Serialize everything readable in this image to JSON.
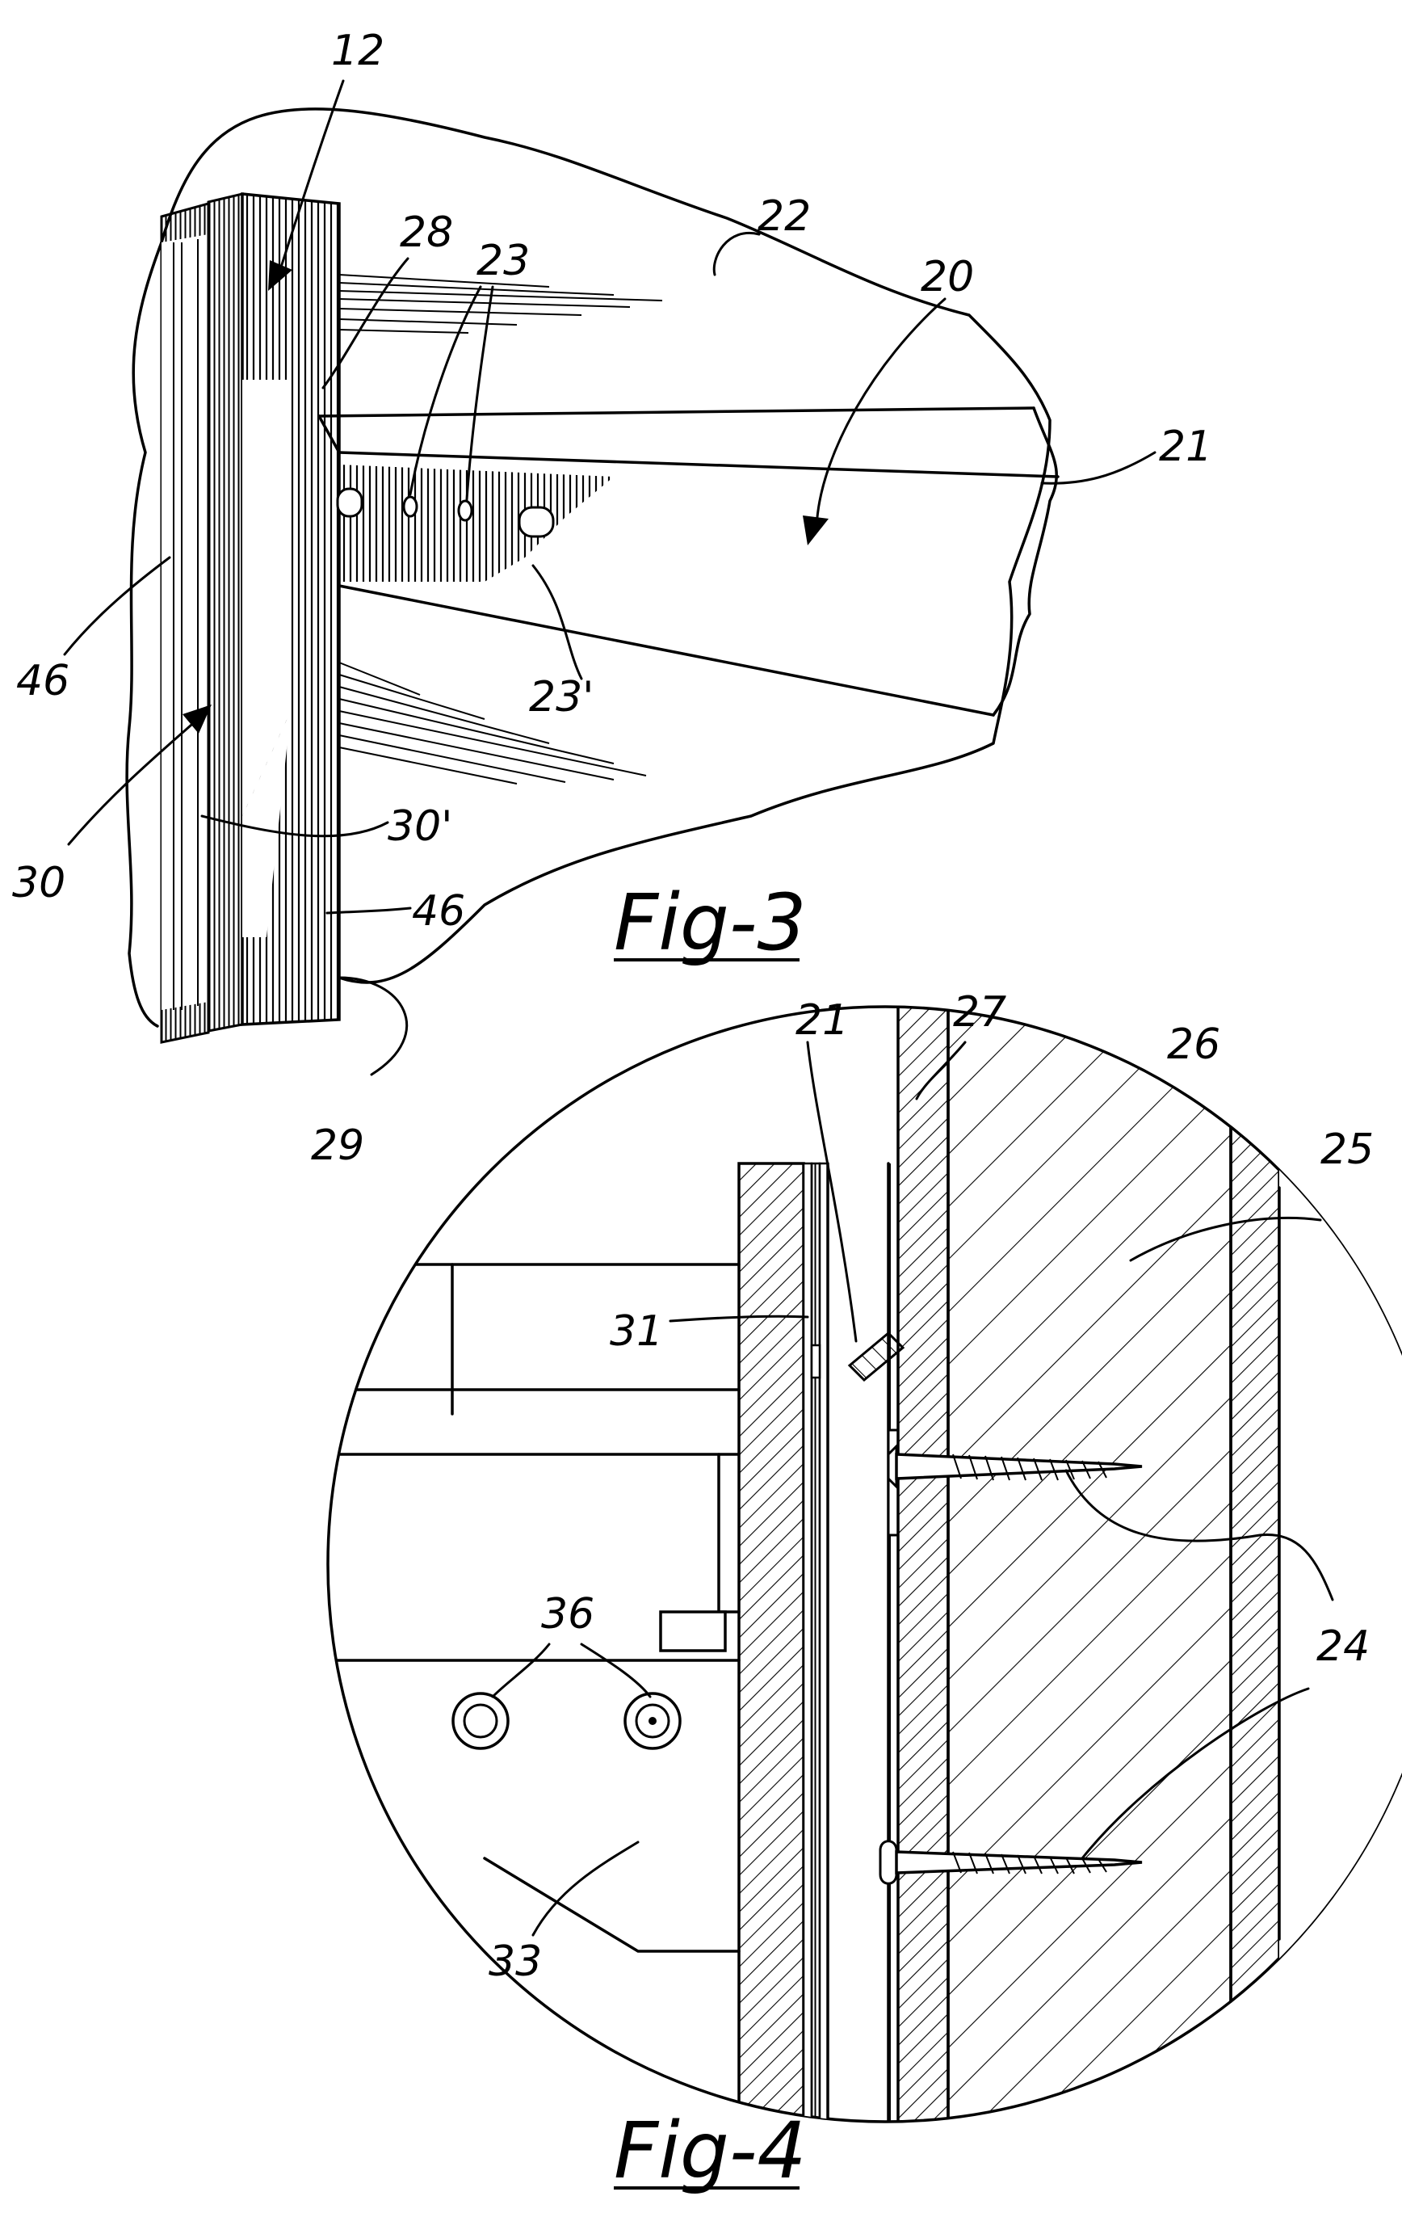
{
  "figures": [
    {
      "id": "fig3",
      "caption": "Fig-3",
      "reference_numerals": [
        "12",
        "28",
        "23",
        "22",
        "20",
        "21",
        "23'",
        "46",
        "30",
        "30'",
        "46",
        "29"
      ]
    },
    {
      "id": "fig4",
      "caption": "Fig-4",
      "reference_numerals": [
        "21",
        "27",
        "26",
        "25",
        "31",
        "24",
        "36",
        "24",
        "33"
      ]
    }
  ]
}
